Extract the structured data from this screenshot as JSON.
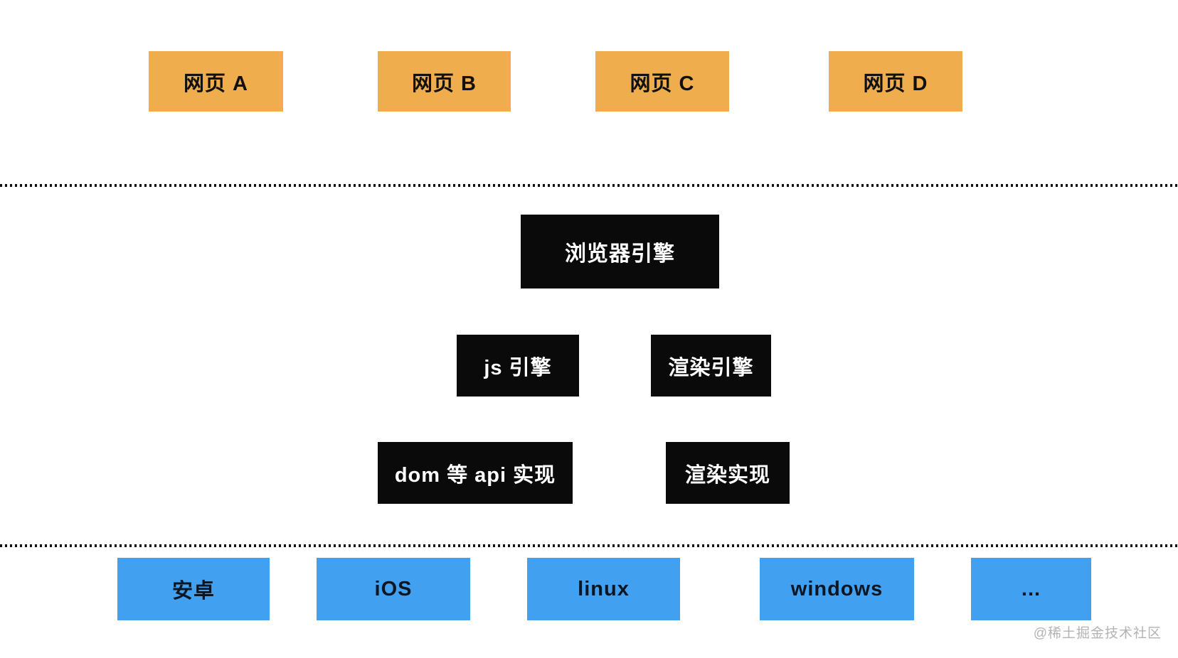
{
  "diagram": {
    "webpages": {
      "items": [
        {
          "label": "网页 A"
        },
        {
          "label": "网页 B"
        },
        {
          "label": "网页 C"
        },
        {
          "label": "网页 D"
        }
      ]
    },
    "browser_engine": {
      "label": "浏览器引擎"
    },
    "engines": {
      "items": [
        {
          "label": "js 引擎"
        },
        {
          "label": "渲染引擎"
        }
      ]
    },
    "implementations": {
      "items": [
        {
          "label": "dom 等 api 实现"
        },
        {
          "label": "渲染实现"
        }
      ]
    },
    "platforms": {
      "items": [
        {
          "label": "安卓"
        },
        {
          "label": "iOS"
        },
        {
          "label": "linux"
        },
        {
          "label": "windows"
        },
        {
          "label": "..."
        }
      ]
    },
    "watermark": "@稀土掘金技术社区"
  },
  "colors": {
    "webpage_box": "#efad4d",
    "engine_box": "#0a0a0a",
    "platform_box": "#42a0f0",
    "separator": "#111111",
    "watermark_text": "#b3b3b3"
  }
}
